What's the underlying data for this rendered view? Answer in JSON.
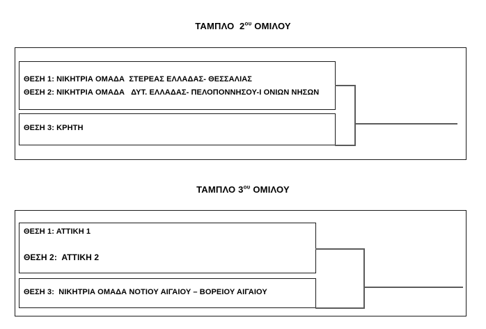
{
  "document": {
    "type": "tournament-bracket-sheet",
    "language": "el"
  },
  "tableaus": [
    {
      "id": "tableau-2",
      "title_prefix": "ΤΑΜΠΛΟ  2",
      "title_sup": "ου",
      "title_suffix": " ΟΜΙΛΟΥ",
      "entries": [
        {
          "label": "ΘΕΣΗ 1: ΝΙΚΗΤΡΙΑ ΟΜΑΔΑ  ΣΤΕΡΕΑΣ ΕΛΛΑΔΑΣ- ΘΕΣΣΑΛΙΑΣ"
        },
        {
          "label": "ΘΕΣΗ 2: ΝΙΚΗΤΡΙΑ ΟΜΑΔΑ   ΔΥΤ. ΕΛΛΑΔΑΣ- ΠΕΛΟΠΟΝΝΗΣΟΥ-Ι ΟΝΙΩΝ ΝΗΣΩΝ"
        },
        {
          "label": "ΘΕΣΗ 3: ΚΡΗΤΗ"
        }
      ]
    },
    {
      "id": "tableau-3",
      "title_prefix": "ΤΑΜΠΛΟ 3",
      "title_sup": "ου",
      "title_suffix": " ΟΜΙΛΟΥ",
      "entries": [
        {
          "label": "ΘΕΣΗ 1: ΑΤΤΙΚΗ 1"
        },
        {
          "label": "ΘΕΣΗ 2:  ΑΤΤΙΚΗ 2"
        },
        {
          "label": "ΘΕΣΗ 3:  ΝΙΚΗΤΡΙΑ ΟΜΑΔΑ ΝΟΤΙΟΥ ΑΙΓΑΙΟΥ – ΒΟΡΕΙΟΥ ΑΙΓΑΙΟΥ"
        }
      ]
    }
  ],
  "colors": {
    "background": "#ffffff",
    "text": "#000000",
    "box_border": "#1a1a1a",
    "connector_line": "#5a5a5a"
  }
}
